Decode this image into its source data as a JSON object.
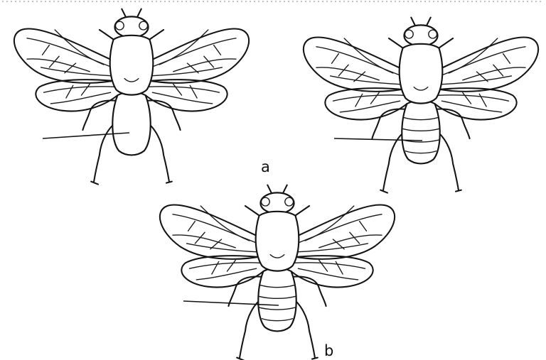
{
  "figure": {
    "labels": {
      "a": "a",
      "b": "b"
    },
    "specimens": [
      {
        "id": "top-left-insect",
        "panel": "a",
        "abdomen": "unsegmented"
      },
      {
        "id": "top-right-insect",
        "panel": "a",
        "abdomen": "segmented"
      },
      {
        "id": "bottom-insect",
        "panel": "b",
        "abdomen": "segmented"
      }
    ],
    "colors": {
      "ink": "#141414",
      "background": "#ffffff"
    }
  }
}
